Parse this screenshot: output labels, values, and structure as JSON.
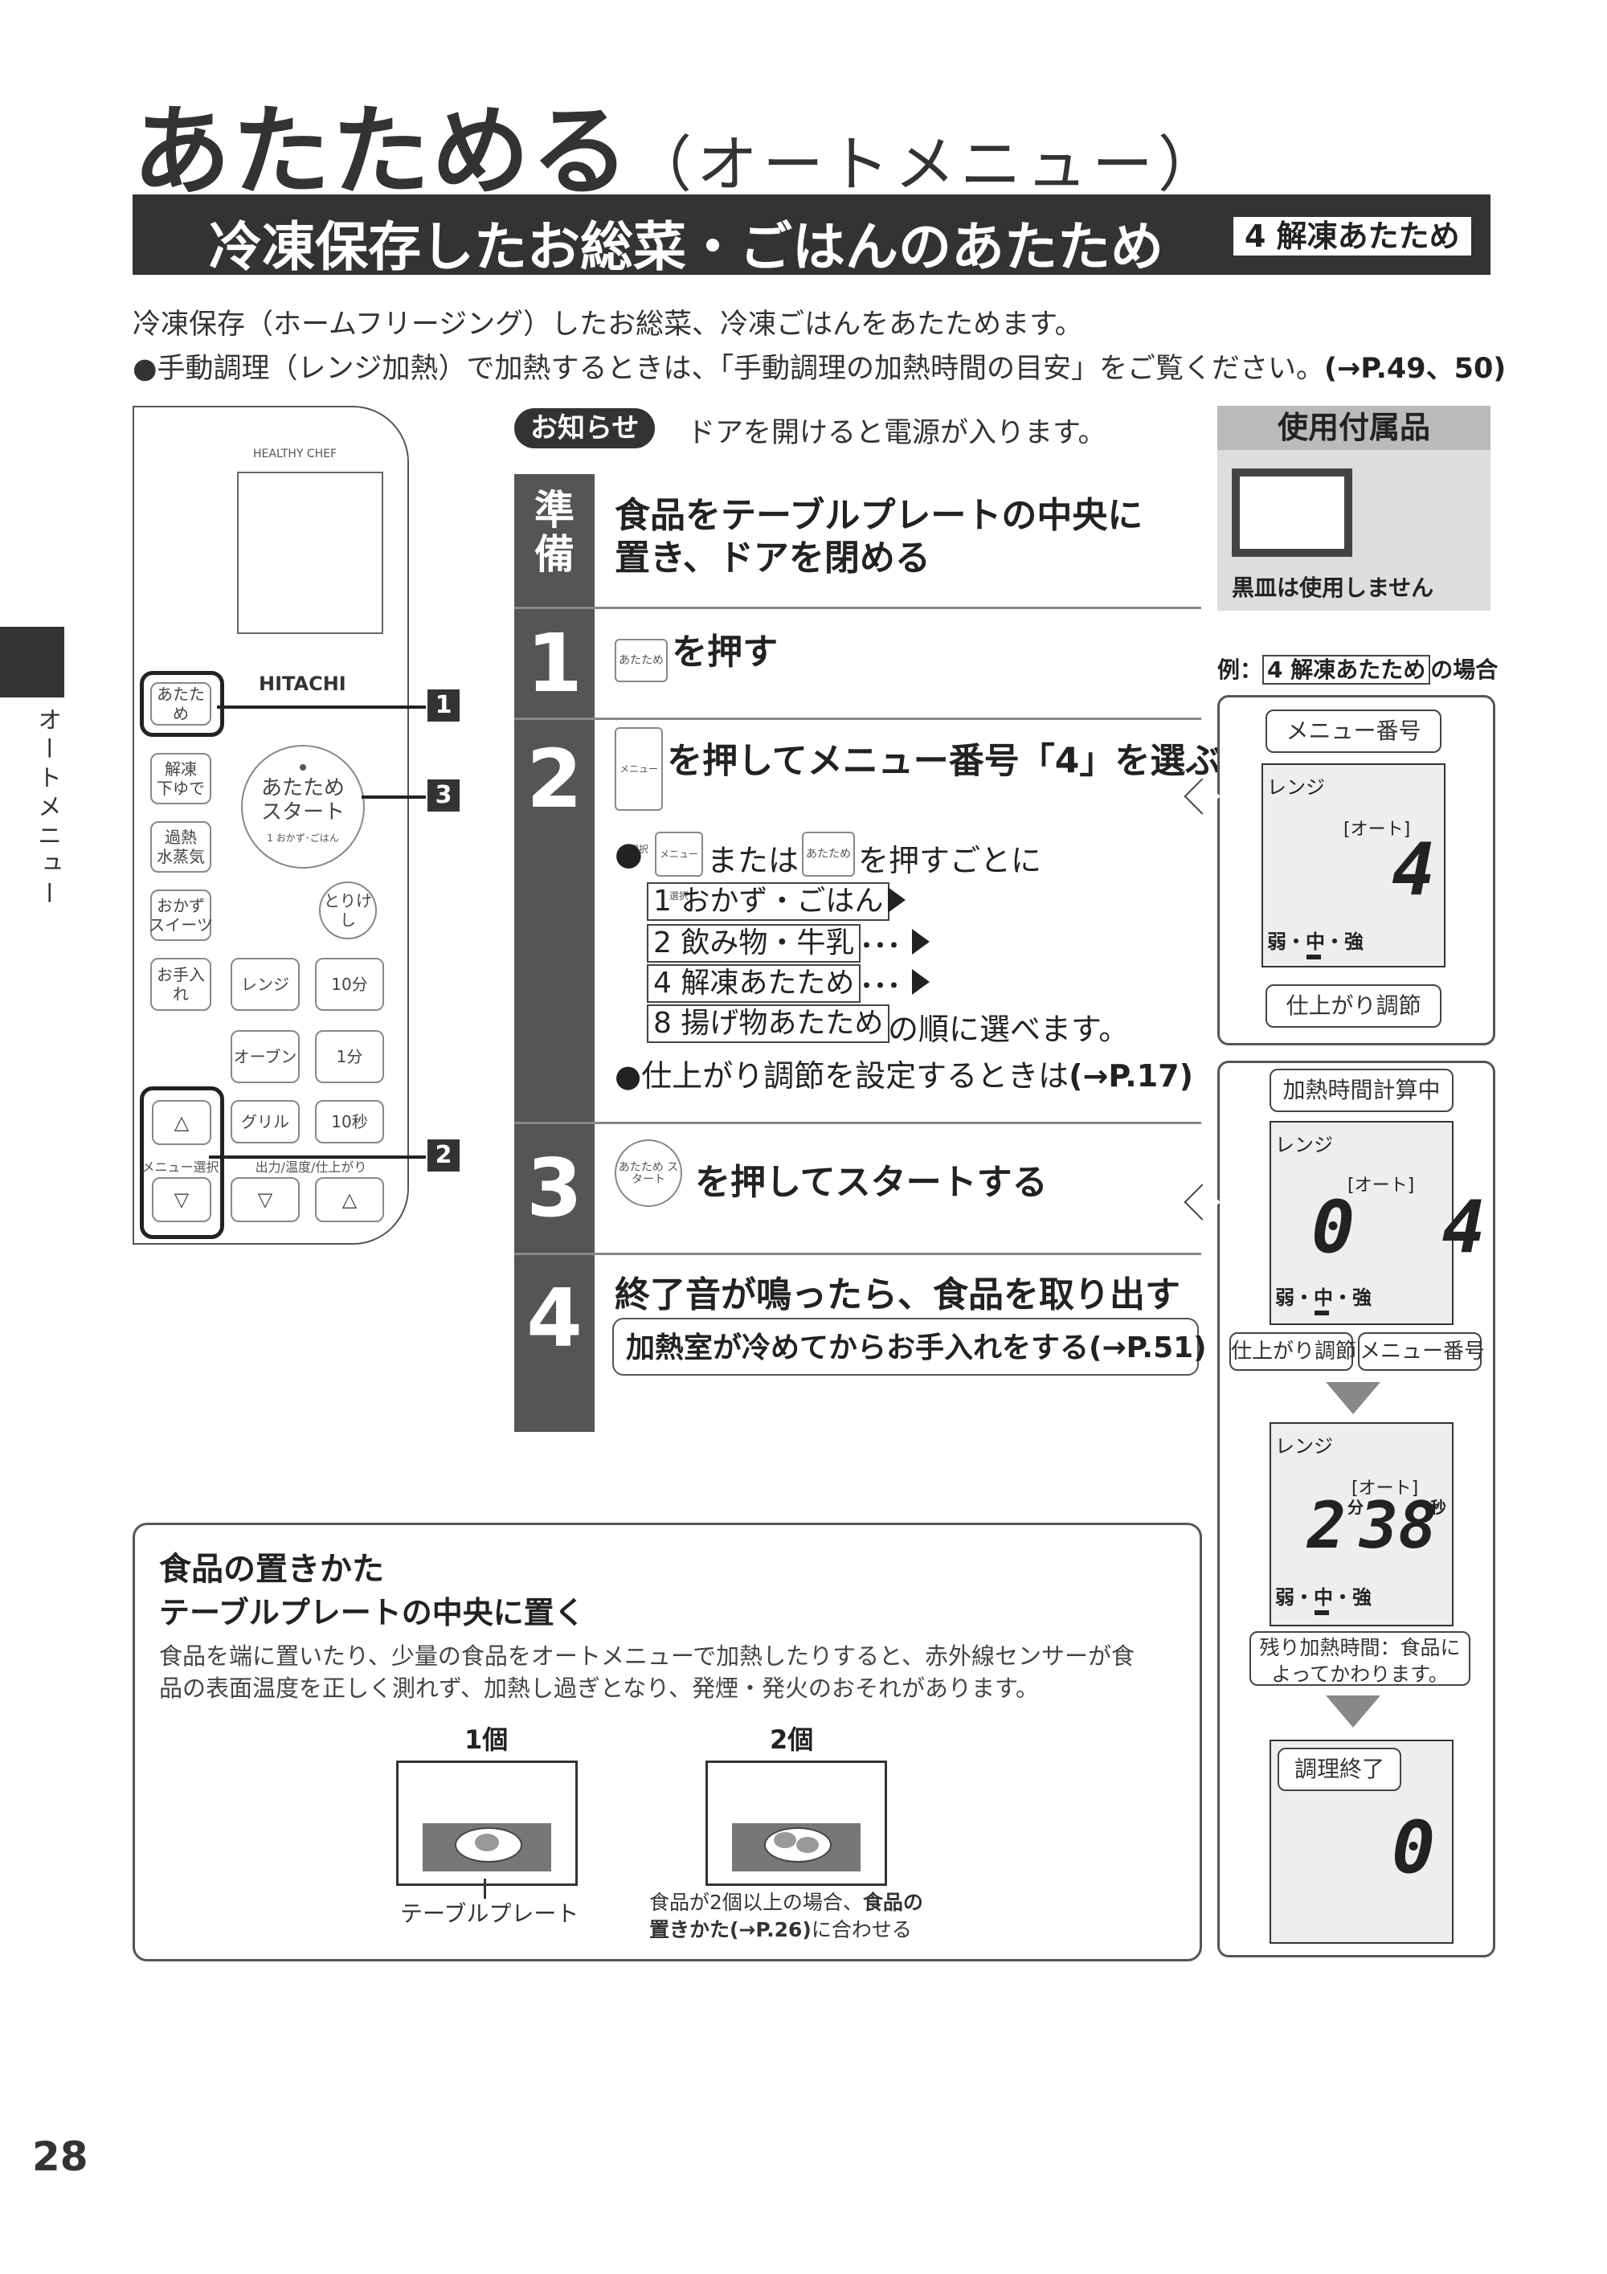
{
  "title": {
    "main": "あたためる",
    "sub": "（オートメニュー）"
  },
  "banner": {
    "text": "冷凍保存したお総菜・ごはんのあたため",
    "tag": "4 解凍あたため"
  },
  "intro": {
    "line1": "冷凍保存（ホームフリージング）したお総菜、冷凍ごはんをあたためます。",
    "line2": "●手動調理（レンジ加熱）で加熱するときは、「手動調理の加熱時間の目安」をご覧ください。",
    "line2_ref": "(→P.49、50)"
  },
  "side_label": "オートメニュー",
  "panel": {
    "brand_small": "HEALTHY CHEF",
    "brand": "HITACHI",
    "buttons": [
      "あたため",
      "解凍\n下ゆで",
      "過熱\n水蒸気",
      "おかず\nスイーツ",
      "お手入れ",
      "レンジ",
      "10分",
      "オーブン",
      "1分",
      "グリル",
      "10秒"
    ],
    "start_main": "あたため\nスタート",
    "start_sub": "1 おかず･ごはん",
    "torikeshi": "とりけし",
    "menu_select": "メニュー選択",
    "output_label": "出力/温度/仕上がり",
    "up": "△",
    "down": "▽"
  },
  "callout_numbers": [
    "1",
    "3",
    "2"
  ],
  "notice": {
    "badge": "お知らせ",
    "text": "ドアを開けると電源が入ります。"
  },
  "steps": {
    "prep": {
      "label": "準\n備",
      "line1": "食品をテーブルプレートの中央に",
      "line2": "置き、ドアを閉める"
    },
    "s1": {
      "num": "1",
      "key": "あたため",
      "text": "を押す"
    },
    "s2": {
      "num": "2",
      "key": "メニュー選択",
      "text": "を押してメニュー番号「4」を選ぶ",
      "sub1_a": "または",
      "sub1_b": "を押すごとに",
      "options": [
        "1 おかず・ごはん",
        "2 飲み物・牛乳",
        "4 解凍あたため",
        "8 揚げ物あたため"
      ],
      "tail": "の順に選べます。",
      "note": "●仕上がり調節を設定するときは",
      "note_ref": "(→P.17)"
    },
    "s3": {
      "num": "3",
      "key": "あたため スタート",
      "text": "を押してスタートする"
    },
    "s4": {
      "num": "4",
      "text": "終了音が鳴ったら、食品を取り出す",
      "box": "加熱室が冷めてからお手入れをする(→P.51)"
    }
  },
  "accessory": {
    "header": "使用付属品",
    "note": "黒皿は使用しません"
  },
  "example": {
    "prefix": "例：",
    "tag": "4 解凍あたため",
    "suffix": "の場合"
  },
  "display1": {
    "callout_top": "メニュー番号",
    "range": "レンジ",
    "auto": "[オート]",
    "digit": "4",
    "level": "弱・中・強",
    "callout_bottom": "仕上がり調節"
  },
  "display2": {
    "callout_top": "加熱時間計算中",
    "range": "レンジ",
    "auto": "[オート]",
    "digits": "0  4",
    "level": "弱・中・強",
    "callout_left": "仕上がり調節",
    "callout_right": "メニュー番号"
  },
  "display3": {
    "range": "レンジ",
    "auto": "[オート]",
    "min": "2",
    "min_unit": "分",
    "sec": "38",
    "sec_unit": "秒",
    "level": "弱・中・強",
    "callout": "残り加熱時間：食品に\nよってかわります。"
  },
  "display4": {
    "callout": "調理終了",
    "digit": "0"
  },
  "placement": {
    "h1": "食品の置きかた",
    "h2": "テーブルプレートの中央に置く",
    "body1": "食品を端に置いたり、少量の食品をオートメニューで加熱したりすると、赤外線センサーが食",
    "body2": "品の表面温度を正しく測れず、加熱し過ぎとなり、発煙・発火のおそれがあります。",
    "label1": "1個",
    "label2": "2個",
    "cap1": "テーブルプレート",
    "cap2a": "食品が2個以上の場合、",
    "cap2b": "食品の",
    "cap2c": "置きかた(→P.26)",
    "cap2d": "に合わせる"
  },
  "page_number": "28"
}
